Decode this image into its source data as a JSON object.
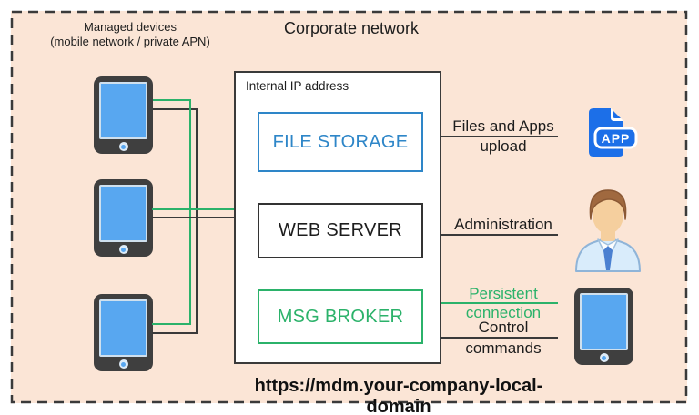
{
  "title": "Corporate network",
  "managed_devices": {
    "line1": "Managed devices",
    "line2": "(mobile network / private APN)"
  },
  "server_panel": {
    "label": "Internal IP address",
    "services": [
      {
        "name": "FILE STORAGE",
        "color": "#2e86c8"
      },
      {
        "name": "WEB SERVER",
        "color": "#333333"
      },
      {
        "name": "MSG BROKER",
        "color": "#2bb26a"
      }
    ]
  },
  "connections": [
    {
      "top": "Files and Apps",
      "bottom": "upload",
      "line_color": "#3a3a3a"
    },
    {
      "top": "Administration",
      "bottom": "",
      "line_color": "#3a3a3a"
    },
    {
      "top": "Persistent",
      "bottom": "connection",
      "line_color": "#2bb26a"
    },
    {
      "top": "Control",
      "bottom": "commands",
      "line_color": "#3a3a3a"
    }
  ],
  "footer_url": "https://mdm.your-company-local-domain",
  "icons": {
    "app_file": "app-file-icon",
    "administrator": "admin-person-icon",
    "managed_device": "tablet-device-icon"
  },
  "colors": {
    "panel_bg": "#fbe5d6",
    "dashed_border": "#3a3a3a",
    "file_storage_blue": "#2e86c8",
    "msg_broker_green": "#2bb26a",
    "device_screen_blue": "#58a7f0",
    "app_icon_blue": "#1c6fe8"
  }
}
